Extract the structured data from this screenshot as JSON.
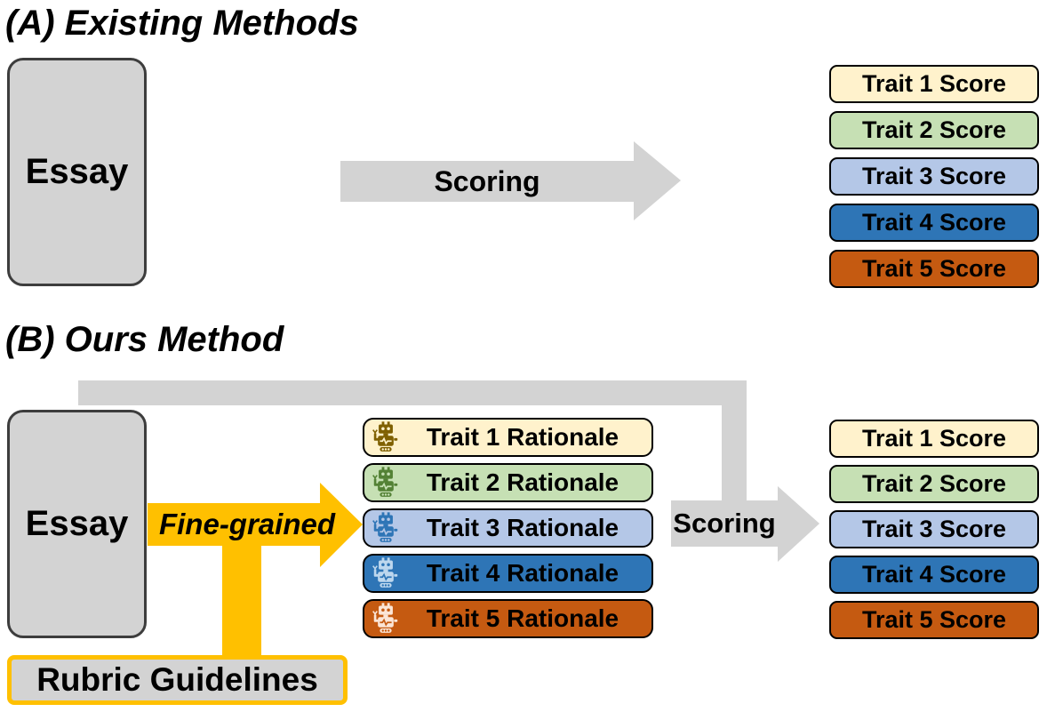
{
  "palette": {
    "canvas_bg": "#ffffff",
    "gray_shape": "#d3d3d3",
    "gray_box_fill": "#d3d3d3",
    "gray_box_border": "#3d3d3d",
    "accent_yellow": "#ffc000",
    "text_black": "#000000"
  },
  "section_a": {
    "title": "(A) Existing Methods",
    "essay_label": "Essay",
    "scoring_label": "Scoring",
    "score_boxes": [
      {
        "label": "Trait 1 Score",
        "bg": "#fff2cc"
      },
      {
        "label": "Trait 2 Score",
        "bg": "#c6e0b4"
      },
      {
        "label": "Trait 3 Score",
        "bg": "#b4c7e7"
      },
      {
        "label": "Trait 4 Score",
        "bg": "#2e75b6"
      },
      {
        "label": "Trait 5 Score",
        "bg": "#c55a11"
      }
    ]
  },
  "section_b": {
    "title": "(B) Ours Method",
    "essay_label": "Essay",
    "fine_grained_label": "Fine-grained",
    "rubric_label": "Rubric Guidelines",
    "scoring_label": "Scoring",
    "rationale_boxes": [
      {
        "label": "Trait 1 Rationale",
        "bg": "#fff2cc",
        "robot_color": "#7f6000",
        "icon": "robot-icon"
      },
      {
        "label": "Trait 2 Rationale",
        "bg": "#c6e0b4",
        "robot_color": "#538135",
        "icon": "robot-icon"
      },
      {
        "label": "Trait 3 Rationale",
        "bg": "#b4c7e7",
        "robot_color": "#2e75b6",
        "icon": "robot-icon"
      },
      {
        "label": "Trait 4 Rationale",
        "bg": "#2e75b6",
        "robot_color": "#bdd7ee",
        "icon": "robot-icon"
      },
      {
        "label": "Trait 5 Rationale",
        "bg": "#c55a11",
        "robot_color": "#fbe5d6",
        "icon": "robot-icon"
      }
    ],
    "score_boxes": [
      {
        "label": "Trait 1 Score",
        "bg": "#fff2cc"
      },
      {
        "label": "Trait 2 Score",
        "bg": "#c6e0b4"
      },
      {
        "label": "Trait 3 Score",
        "bg": "#b4c7e7"
      },
      {
        "label": "Trait 4 Score",
        "bg": "#2e75b6"
      },
      {
        "label": "Trait 5 Score",
        "bg": "#c55a11"
      }
    ]
  }
}
